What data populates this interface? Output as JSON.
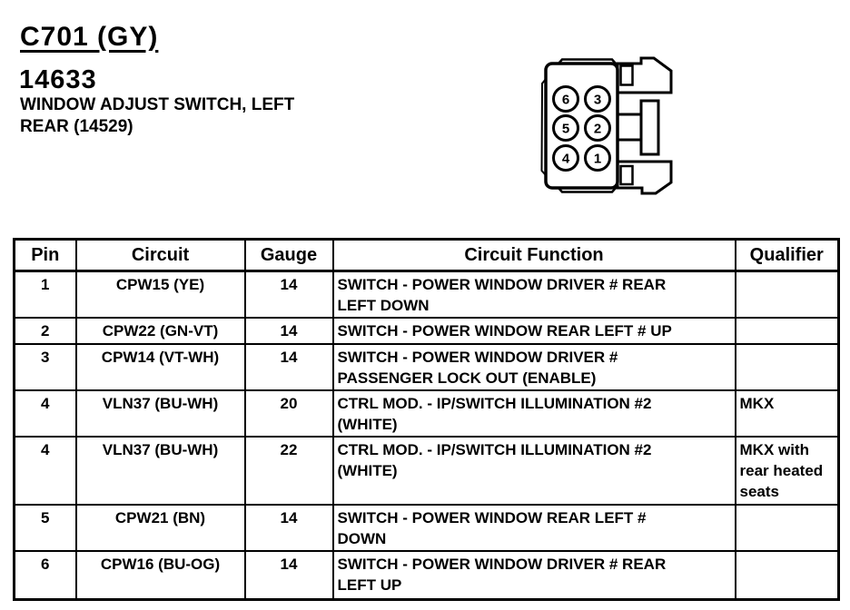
{
  "header": {
    "connector_id": "C701 (GY)",
    "part_number": "14633",
    "description": "WINDOW ADJUST SWITCH, LEFT\nREAR (14529)"
  },
  "connector_diagram": {
    "pins": [
      "6",
      "3",
      "5",
      "2",
      "4",
      "1"
    ]
  },
  "table": {
    "headers": [
      "Pin",
      "Circuit",
      "Gauge",
      "Circuit Function",
      "Qualifier"
    ],
    "rows": [
      {
        "pin": "1",
        "circuit": "CPW15 (YE)",
        "gauge": "14",
        "function": "SWITCH - POWER WINDOW DRIVER # REAR\nLEFT DOWN",
        "qualifier": ""
      },
      {
        "pin": "2",
        "circuit": "CPW22 (GN-VT)",
        "gauge": "14",
        "function": "SWITCH - POWER WINDOW REAR LEFT # UP",
        "qualifier": ""
      },
      {
        "pin": "3",
        "circuit": "CPW14 (VT-WH)",
        "gauge": "14",
        "function": "SWITCH - POWER WINDOW DRIVER #\nPASSENGER LOCK OUT (ENABLE)",
        "qualifier": ""
      },
      {
        "pin": "4",
        "circuit": "VLN37 (BU-WH)",
        "gauge": "20",
        "function": "CTRL MOD. - IP/SWITCH ILLUMINATION #2\n(WHITE)",
        "qualifier": "MKX"
      },
      {
        "pin": "4",
        "circuit": "VLN37 (BU-WH)",
        "gauge": "22",
        "function": "CTRL MOD. - IP/SWITCH ILLUMINATION #2\n(WHITE)",
        "qualifier": "MKX with\nrear heated\nseats"
      },
      {
        "pin": "5",
        "circuit": "CPW21 (BN)",
        "gauge": "14",
        "function": "SWITCH - POWER WINDOW REAR LEFT #\nDOWN",
        "qualifier": ""
      },
      {
        "pin": "6",
        "circuit": "CPW16 (BU-OG)",
        "gauge": "14",
        "function": "SWITCH - POWER WINDOW DRIVER # REAR\nLEFT UP",
        "qualifier": ""
      }
    ]
  },
  "colors": {
    "ink": "#000000",
    "paper": "#ffffff"
  }
}
